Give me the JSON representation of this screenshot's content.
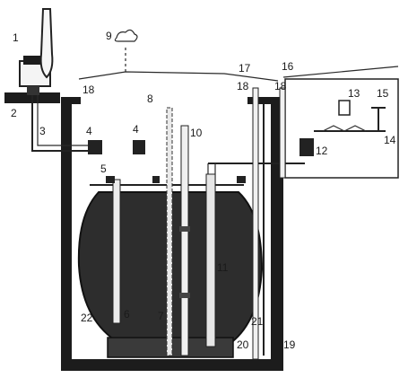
{
  "diagram": {
    "labels": [
      "1",
      "2",
      "3",
      "4",
      "4",
      "5",
      "6",
      "7",
      "8",
      "9",
      "10",
      "11",
      "12",
      "13",
      "14",
      "15",
      "16",
      "17",
      "18",
      "18",
      "18",
      "19",
      "20",
      "21",
      "22"
    ]
  },
  "colors": {
    "ink": "#1c1c1c",
    "paper": "#ffffff",
    "tank": "#2b2b2b"
  }
}
